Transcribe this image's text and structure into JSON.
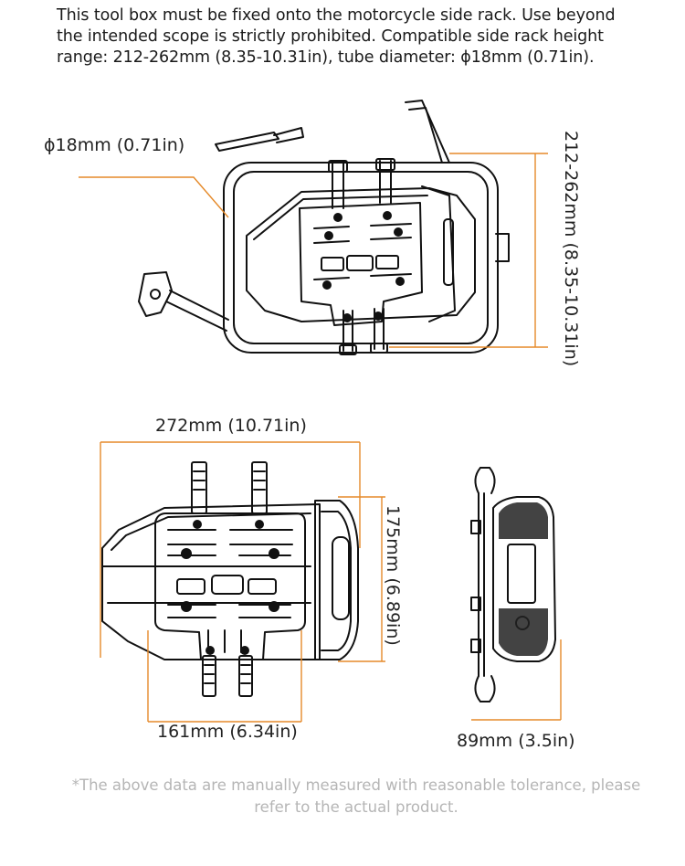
{
  "intro_text": "This tool box must be fixed onto the motorcycle side rack. Use beyond the intended scope is strictly prohibited. Compatible side rack height range: 212-262mm (8.35-10.31in), tube diameter: ϕ18mm (0.71in).",
  "labels": {
    "tube_diameter": "ϕ18mm (0.71in)",
    "rack_height": "212-262mm (8.35-10.31in)",
    "width_total": "272mm (10.71in)",
    "height_box": "175mm (6.89in)",
    "width_bracket": "161mm (6.34in)",
    "depth": "89mm (3.5in)"
  },
  "footnote": "*The above data are manually measured with reasonable tolerance, please refer to the actual product.",
  "colors": {
    "dimension_line": "#e58a2a",
    "leader_line": "#e58a2a",
    "outline": "#111111",
    "footnote": "#b5b5b5"
  }
}
